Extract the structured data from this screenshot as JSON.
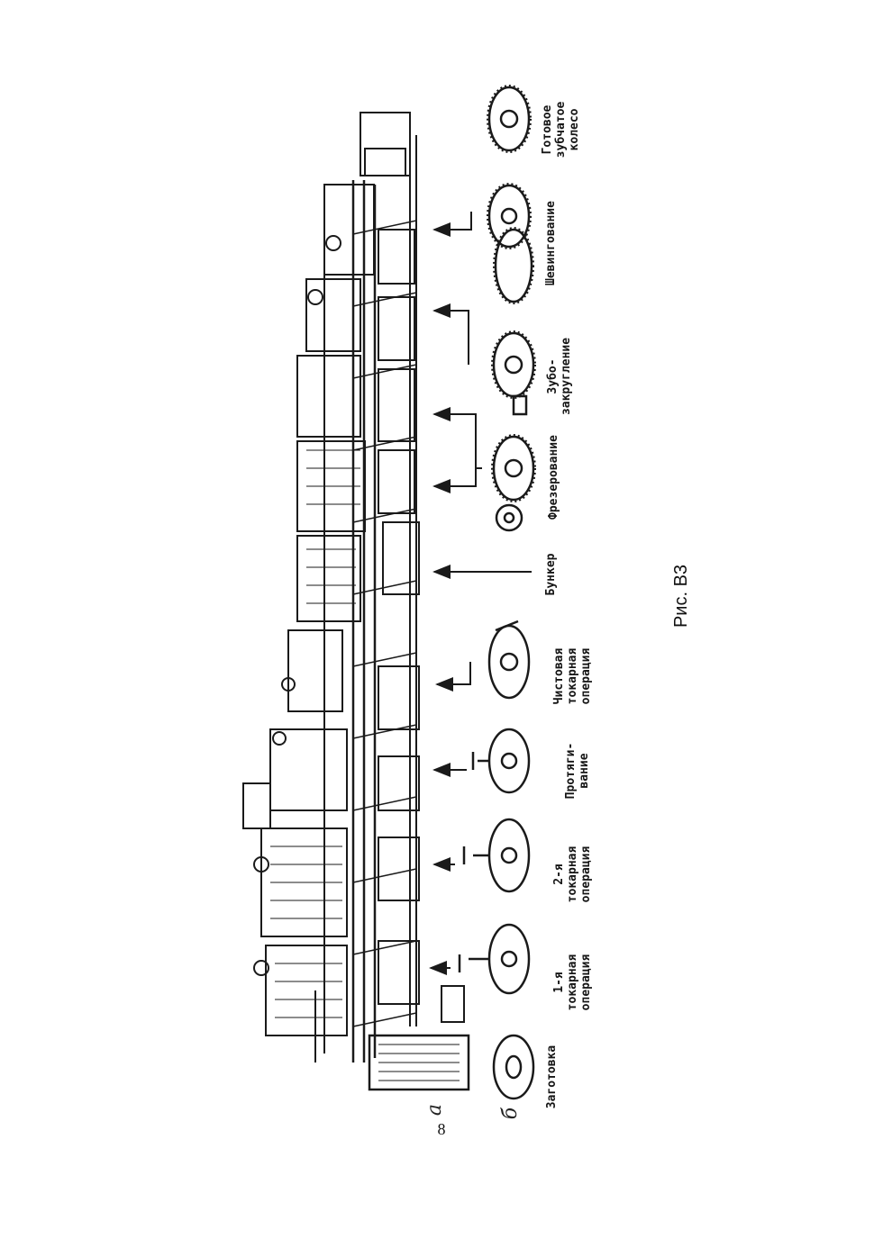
{
  "figure": {
    "panel_a": "а",
    "panel_b": "б",
    "caption": "Рис. В3",
    "page_number": "8"
  },
  "operations": [
    {
      "id": "blank",
      "lines": [
        "Заготовка"
      ]
    },
    {
      "id": "turn1",
      "lines": [
        "1-я",
        "токарная",
        "операция"
      ]
    },
    {
      "id": "turn2",
      "lines": [
        "2-я",
        "токарная",
        "операция"
      ]
    },
    {
      "id": "broach",
      "lines": [
        "Протяги-",
        "вание"
      ]
    },
    {
      "id": "finish",
      "lines": [
        "Чистовая",
        "токарная",
        "операция"
      ]
    },
    {
      "id": "hopper",
      "lines": [
        "Бункер"
      ]
    },
    {
      "id": "mill",
      "lines": [
        "Фрезерование"
      ]
    },
    {
      "id": "chamfer",
      "lines": [
        "Зубо-",
        "закругление"
      ]
    },
    {
      "id": "shave",
      "lines": [
        "Шевингование"
      ]
    },
    {
      "id": "done",
      "lines": [
        "Готовое",
        "зубчатое",
        "колесо"
      ]
    }
  ],
  "colors": {
    "ink": "#1a1a1a",
    "paper": "#ffffff",
    "shade": "#777777"
  }
}
